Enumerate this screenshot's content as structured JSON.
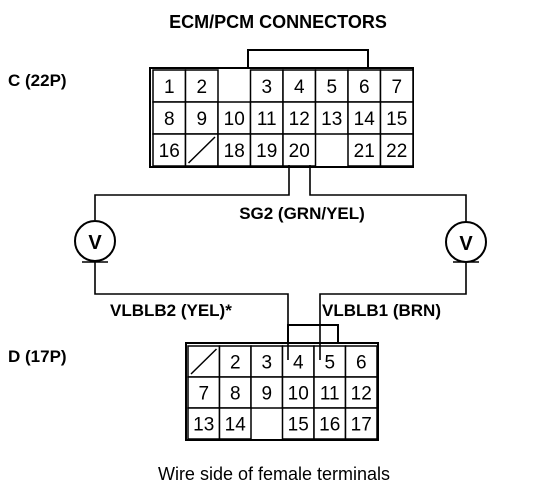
{
  "title": "ECM/PCM CONNECTORS",
  "connector_c": {
    "label": "C (22P)",
    "rows": [
      [
        "1",
        "2",
        "",
        "3",
        "4",
        "5",
        "6",
        "7"
      ],
      [
        "8",
        "9",
        "10",
        "11",
        "12",
        "13",
        "14",
        "15"
      ],
      [
        "16",
        "/",
        "18",
        "19",
        "20",
        "",
        "21",
        "22"
      ]
    ]
  },
  "connector_d": {
    "label": "D (17P)",
    "rows": [
      [
        "/",
        "2",
        "3",
        "4",
        "5",
        "6"
      ],
      [
        "7",
        "8",
        "9",
        "10",
        "11",
        "12"
      ],
      [
        "13",
        "14",
        "",
        "15",
        "16",
        "17"
      ]
    ]
  },
  "wires": {
    "sg2": "SG2 (GRN/YEL)",
    "vlblb2": "VLBLB2 (YEL)*",
    "vlblb1": "VLBLB1 (BRN)"
  },
  "meters": {
    "left_symbol": "V",
    "right_symbol": "V"
  },
  "caption": "Wire side of female terminals"
}
